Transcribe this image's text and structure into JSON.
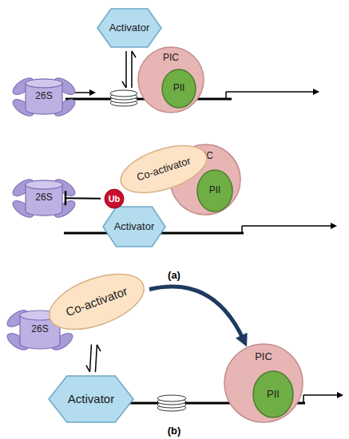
{
  "diagram": {
    "nodes": [
      {
        "text": [
          "Activator"
        ]
      },
      {
        "text": [
          "26S"
        ]
      },
      {
        "text": [
          "PIC"
        ]
      },
      {
        "text": [
          "PII"
        ],
        "in": 2
      },
      {
        "text": [
          "26S"
        ]
      },
      {
        "text": [
          "Ub"
        ]
      },
      {
        "text": [
          "Co-activator"
        ]
      },
      {
        "text": [
          "Activator"
        ]
      },
      {
        "text": [
          "PIC"
        ]
      },
      {
        "text": [
          "PII"
        ],
        "in": 8
      },
      {
        "text": [
          "26S"
        ]
      },
      {
        "text": [
          "Co-activator"
        ]
      },
      {
        "text": [
          "Activator"
        ]
      },
      {
        "text": [
          "PIC"
        ]
      },
      {
        "text": [
          "PII"
        ],
        "in": 13
      }
    ],
    "edges": [
      {
        "from": 5,
        "to": 4,
        "arrow": "to"
      },
      {
        "from": 11,
        "to": 12,
        "arrow": "both"
      },
      {
        "from": 11,
        "to": 13,
        "arrow": "to"
      }
    ],
    "labels": [
      "(a)",
      "(b)"
    ]
  }
}
